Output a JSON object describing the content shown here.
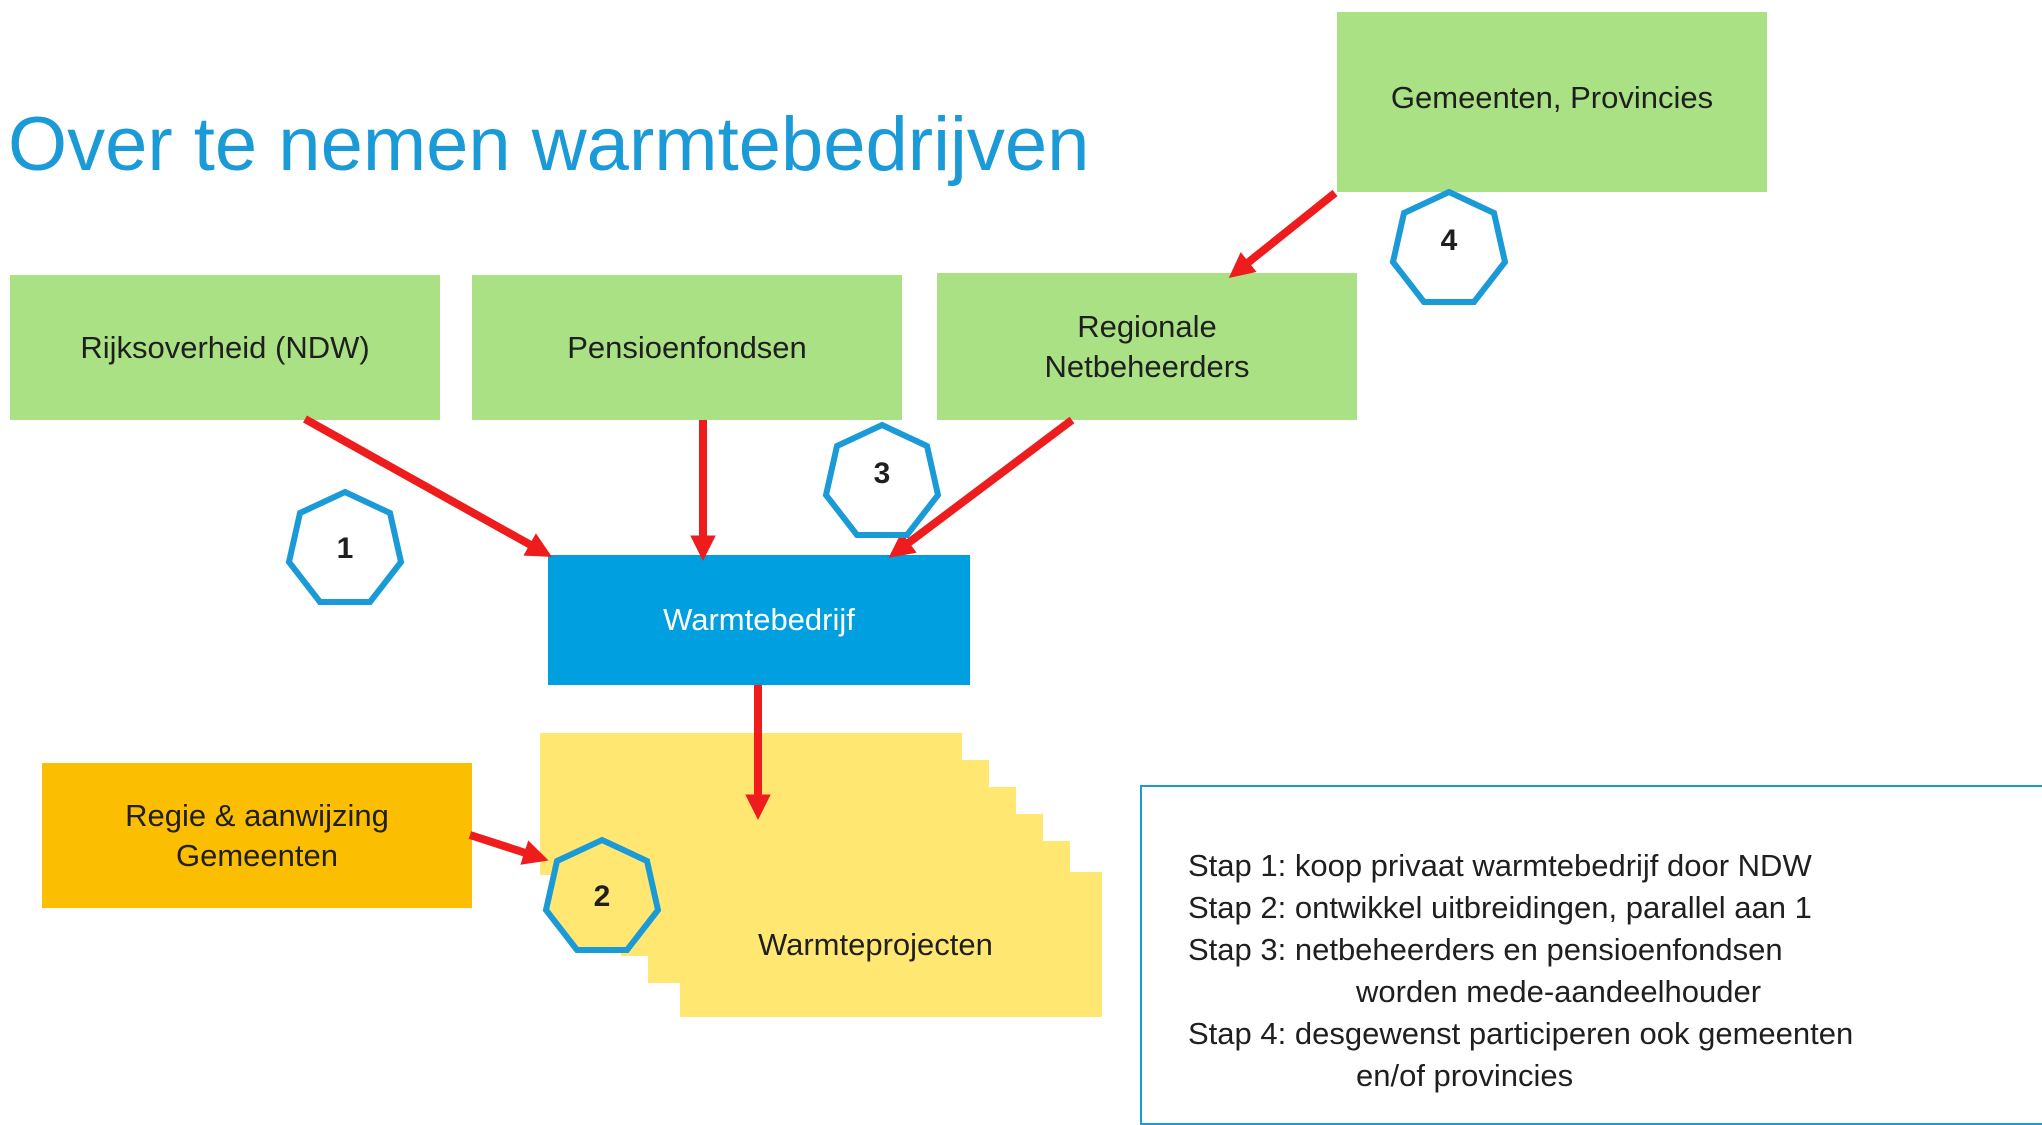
{
  "title": "Over te nemen warmtebedrijven",
  "nodes": {
    "rijksoverheid": "Rijksoverheid (NDW)",
    "pensioenfondsen": "Pensioenfondsen",
    "regionale_line1": "Regionale",
    "regionale_line2": "Netbeheerders",
    "gemeenten_provincies": "Gemeenten, Provincies",
    "warmtebedrijf": "Warmtebedrijf",
    "regie_line1": "Regie & aanwijzing",
    "regie_line2": "Gemeenten",
    "warmteprojecten": "Warmteprojecten"
  },
  "badges": [
    "1",
    "2",
    "3",
    "4"
  ],
  "steps": [
    "Stap 1: koop privaat warmtebedrijf door NDW",
    "Stap 2: ontwikkel uitbreidingen, parallel aan 1",
    "Stap 3: netbeheerders en pensioenfondsen",
    "worden mede-aandeelhouder",
    "Stap 4: desgewenst participeren ook gemeenten",
    "en/of provincies"
  ],
  "colors": {
    "title": "#1a9ad6",
    "green_box": "#a9e184",
    "blue_box": "#009fdf",
    "orange_box": "#fcbe00",
    "yellow_stack": "#ffe772",
    "arrow": "#ee1c1c",
    "badge_outline": "#1a9ad6"
  }
}
